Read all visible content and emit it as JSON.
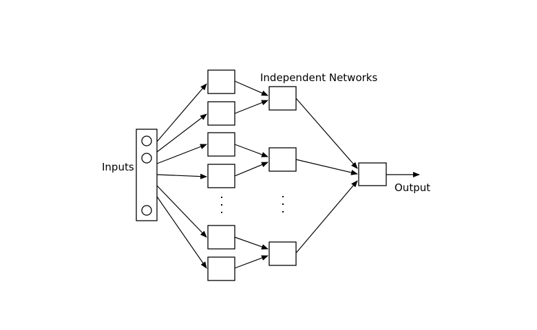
{
  "labels": {
    "inputs": "Inputs",
    "title": "Independent Networks",
    "output": "Output"
  },
  "colors": {
    "stroke": "#000000",
    "background": "#ffffff"
  }
}
